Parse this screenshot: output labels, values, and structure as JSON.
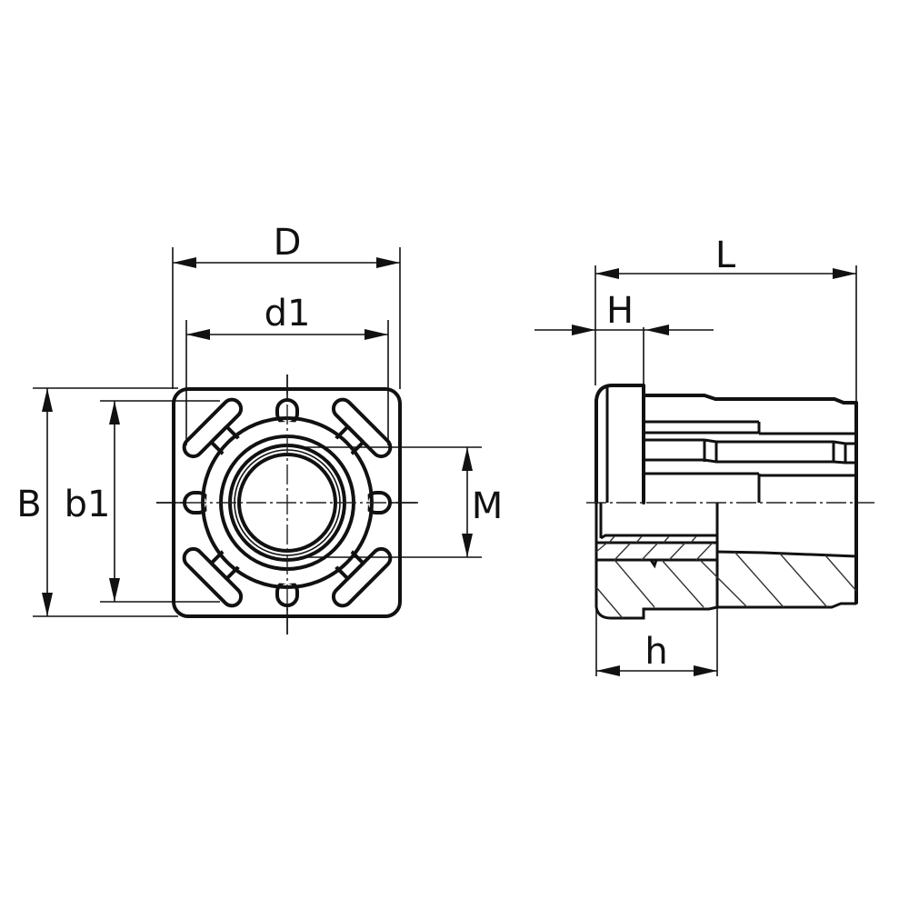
{
  "drawing": {
    "type": "technical-drawing",
    "subject": "square tube insert with threaded bushing",
    "views": [
      "front view",
      "side section view"
    ],
    "line_color": "#111111",
    "background": "#ffffff"
  },
  "front_view": {
    "dimensions": {
      "D": "D",
      "d1": "d1",
      "B": "B",
      "b1": "b1",
      "M": "M"
    }
  },
  "side_view": {
    "dimensions": {
      "L": "L",
      "H": "H",
      "h": "h"
    }
  }
}
